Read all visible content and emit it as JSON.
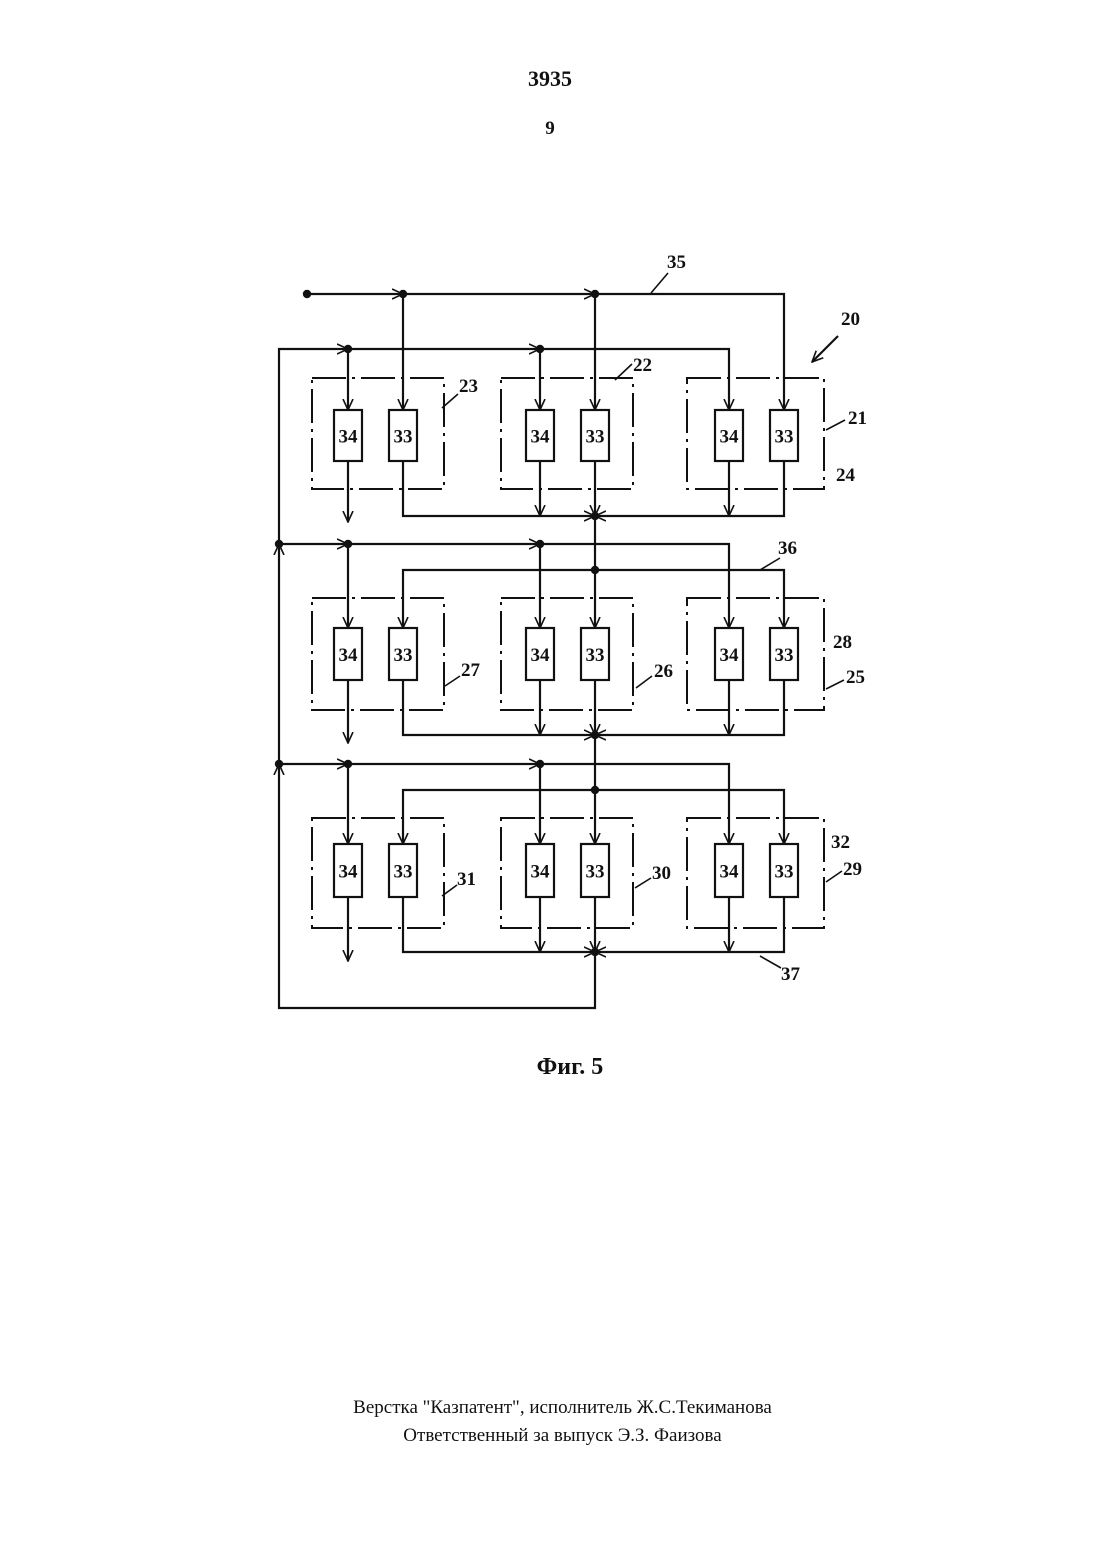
{
  "header": {
    "patent_number": "3935",
    "page_number": "9"
  },
  "figure": {
    "caption": "Фиг. 5",
    "block_labels": {
      "left": "34",
      "right": "33"
    },
    "groups": [
      {
        "outer": "21",
        "inner": "24"
      },
      {
        "outer": "22",
        "inner": ""
      },
      {
        "outer": "23",
        "inner": ""
      },
      {
        "outer": "25",
        "inner": "28"
      },
      {
        "outer": "26",
        "inner": ""
      },
      {
        "outer": "27",
        "inner": ""
      },
      {
        "outer": "29",
        "inner": "32"
      },
      {
        "outer": "30",
        "inner": ""
      },
      {
        "outer": "31",
        "inner": ""
      }
    ],
    "unit_label": "20",
    "bus_labels": [
      "35",
      "36",
      "37"
    ]
  },
  "footer": {
    "line1": "Верстка  \"Казпатент\",  исполнитель  Ж.С.Текиманова",
    "line2": "Ответственный  за выпуск  Э.З. Фаизова"
  }
}
